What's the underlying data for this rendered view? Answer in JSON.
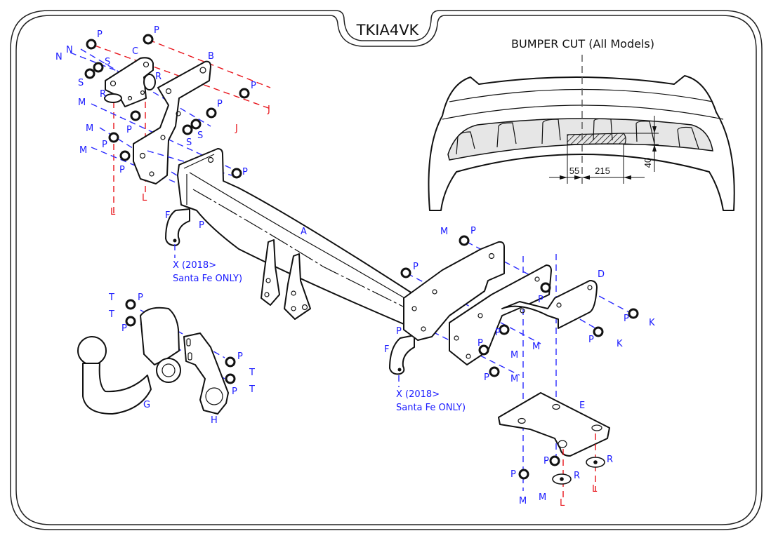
{
  "title": "TKIA4VK",
  "bumper_cut": {
    "heading": "BUMPER CUT (All Models)",
    "dimensions": {
      "left_offset": "55",
      "width": "215",
      "depth": "40"
    }
  },
  "parts": {
    "A": "A",
    "B": "B",
    "C": "C",
    "D": "D",
    "E": "E",
    "F": "F",
    "G": "G",
    "H": "H"
  },
  "fasteners": {
    "P": "P",
    "S": "S",
    "N": "N",
    "R": "R",
    "M": "M",
    "J": "J",
    "L": "L",
    "K": "K",
    "T": "T",
    "X": "X"
  },
  "notes": {
    "x_note_line1": "X (2018>",
    "x_note_line2": "Santa Fe ONLY)"
  },
  "colors": {
    "label_blue": "#1a1aff",
    "label_red": "#e8141b",
    "line": "#111111",
    "bumper_fill": "#e6e6e6"
  }
}
